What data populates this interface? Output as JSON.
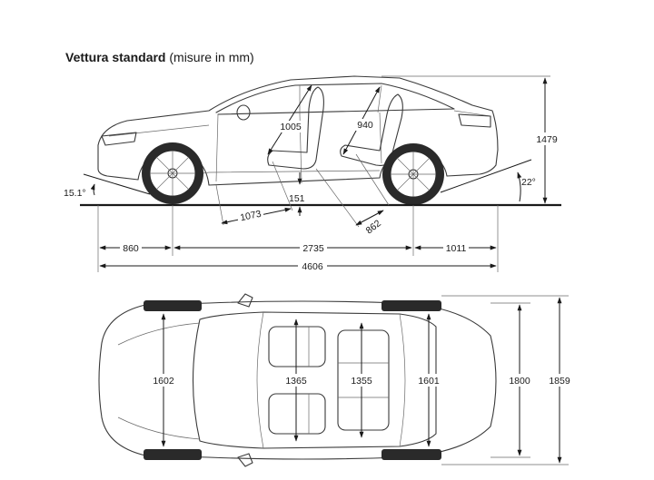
{
  "title": {
    "bold": "Vettura standard",
    "rest": " (misure in mm)"
  },
  "side_view": {
    "height": "1479",
    "front_overhang": "860",
    "wheelbase": "2735",
    "rear_overhang": "1011",
    "length": "4606",
    "approach_angle": "15.1°",
    "departure_angle": "22°",
    "ground_clearance": "151",
    "front_headroom": "1005",
    "rear_headroom": "940",
    "front_legroom": "1073",
    "rear_legroom": "862"
  },
  "top_view": {
    "front_track": "1602",
    "front_shoulder": "1365",
    "rear_shoulder": "1355",
    "rear_track": "1601",
    "width_body": "1800",
    "width_mirrors": "1859"
  }
}
